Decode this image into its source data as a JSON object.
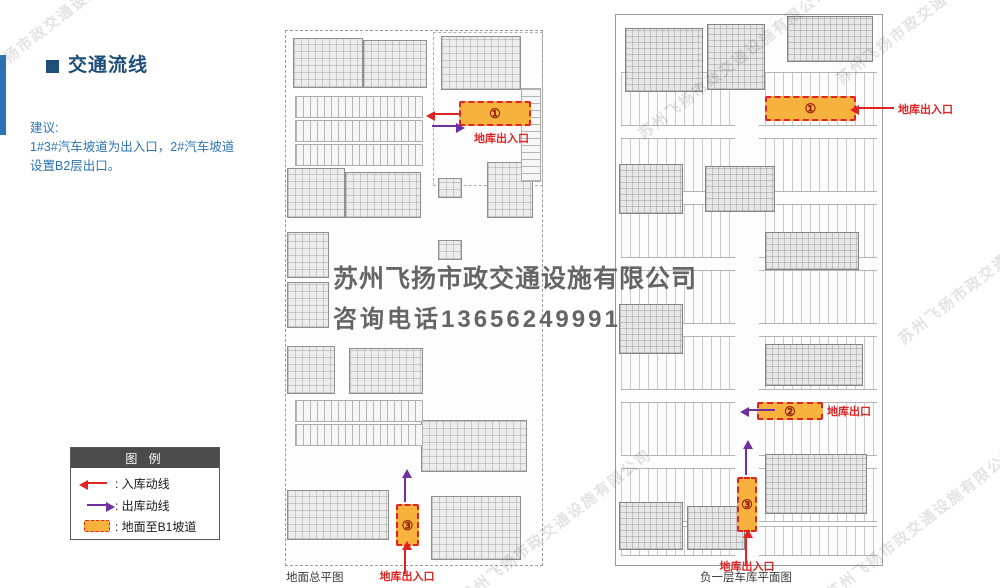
{
  "colors": {
    "title-blue": "#1F4E79",
    "text-blue": "#2E74B5",
    "accent-red": "#E02424",
    "accent-purple": "#7030A0",
    "ramp-orange": "#F6B23D",
    "legend-header-bg": "#4B4B4B"
  },
  "header": {
    "title": "交通流线"
  },
  "suggestion": {
    "label": "建议:",
    "line1": "1#3#汽车坡道为出入口，2#汽车坡道",
    "line2": "设置B2层出口。"
  },
  "legend": {
    "title": "图  例",
    "items": [
      {
        "label": ": 入库动线"
      },
      {
        "label": ": 出库动线"
      },
      {
        "label": ": 地面至B1坡道"
      }
    ]
  },
  "left_plan": {
    "caption": "地面总平图",
    "marker1": {
      "num": "①",
      "label": "地库出入口"
    },
    "marker3": {
      "num": "③",
      "label": "地库出入口"
    }
  },
  "right_plan": {
    "caption": "负一层车库平面图",
    "marker1": {
      "num": "①",
      "label": "地库出入口"
    },
    "marker2": {
      "num": "②",
      "label": "地库出口"
    },
    "marker3": {
      "num": "③",
      "label": "地库出入口"
    }
  },
  "watermark": {
    "line1": "苏州飞扬市政交通设施有限公司",
    "line2": "咨询电话13656249991",
    "diagonal": "苏州飞扬市政交通设施有限公司"
  }
}
